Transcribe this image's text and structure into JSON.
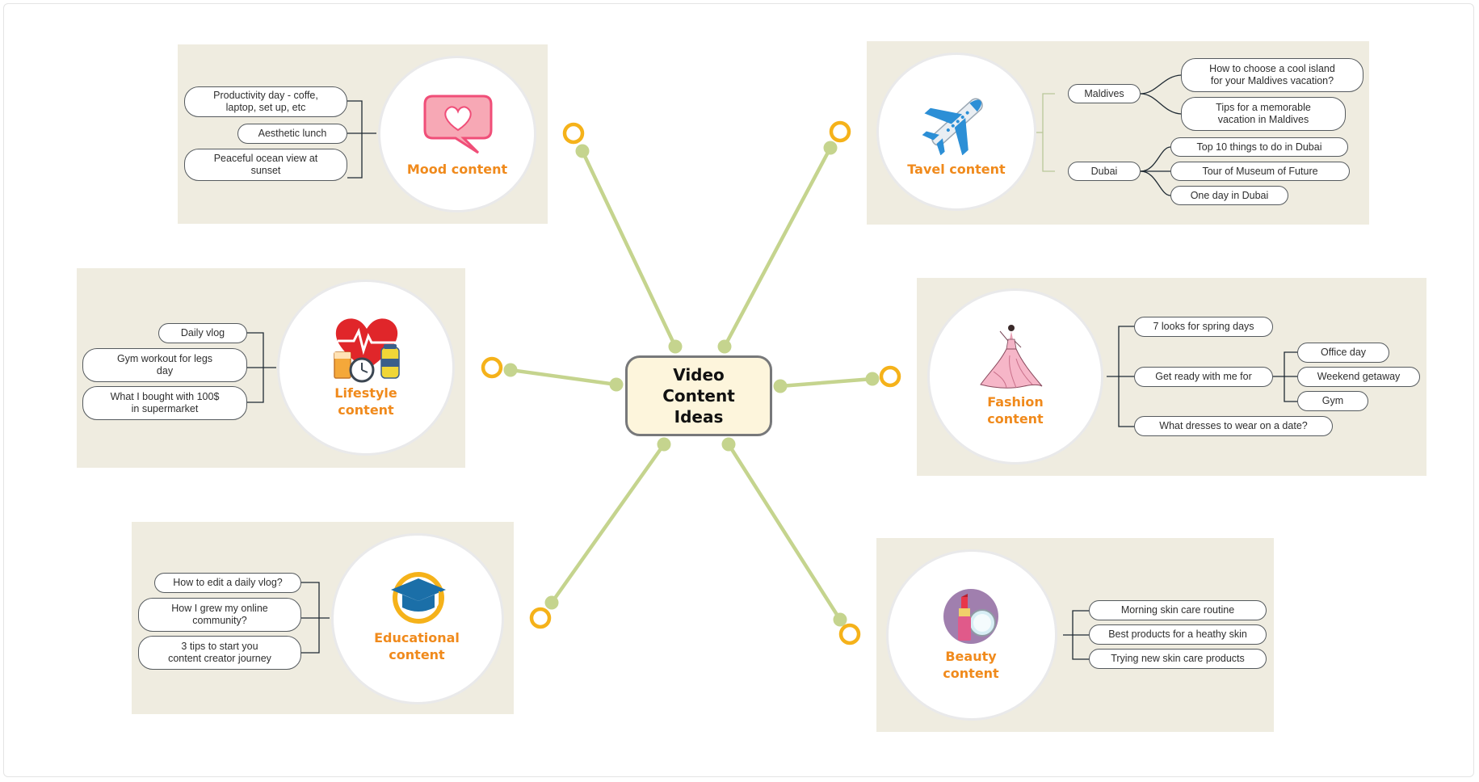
{
  "center": {
    "title": "Video\nContent\nIdeas"
  },
  "colors": {
    "connector": "#c5d48e",
    "handle": "#f5b21a",
    "panel": "#efece0",
    "accent_text": "#f08a1c",
    "pill_border": "#555a5e"
  },
  "branches": {
    "mood": {
      "title": "Mood content",
      "icon": "heart-speech-bubble-icon",
      "items": [
        "Productivity day - coffe,\nlaptop, set up, etc",
        "Aesthetic lunch",
        "Peaceful ocean view at\nsunset"
      ]
    },
    "travel": {
      "title": "Tavel content",
      "icon": "airplane-icon",
      "groups": [
        {
          "label": "Maldives",
          "items": [
            "How to choose a cool island\nfor your Maldives vacation?",
            "Tips for a memorable\nvacation in Maldives"
          ]
        },
        {
          "label": "Dubai",
          "items": [
            "Top 10 things to do in Dubai",
            "Tour of Museum of Future",
            "One day in Dubai"
          ]
        }
      ]
    },
    "lifestyle": {
      "title_line1": "Lifestyle",
      "title_line2": "content",
      "icon": "heart-fitness-icon",
      "items": [
        "Daily vlog",
        "Gym workout for legs\nday",
        "What I bought with 100$\nin supermarket"
      ]
    },
    "fashion": {
      "title_line1": "Fashion",
      "title_line2": "content",
      "icon": "dress-model-icon",
      "items": [
        "7 looks for spring days",
        "Get ready with me for",
        "What dresses to wear on a date?"
      ],
      "subitems": [
        "Office day",
        "Weekend getaway",
        "Gym"
      ]
    },
    "educational": {
      "title_line1": "Educational",
      "title_line2": "content",
      "icon": "graduation-cap-icon",
      "items": [
        "How to edit a daily vlog?",
        "How I grew my online\ncommunity?",
        "3 tips to start you\ncontent creator journey"
      ]
    },
    "beauty": {
      "title_line1": "Beauty",
      "title_line2": "content",
      "icon": "lipstick-mirror-icon",
      "items": [
        "Morning skin care routine",
        "Best products for a heathy skin",
        "Trying new skin care products"
      ]
    }
  }
}
